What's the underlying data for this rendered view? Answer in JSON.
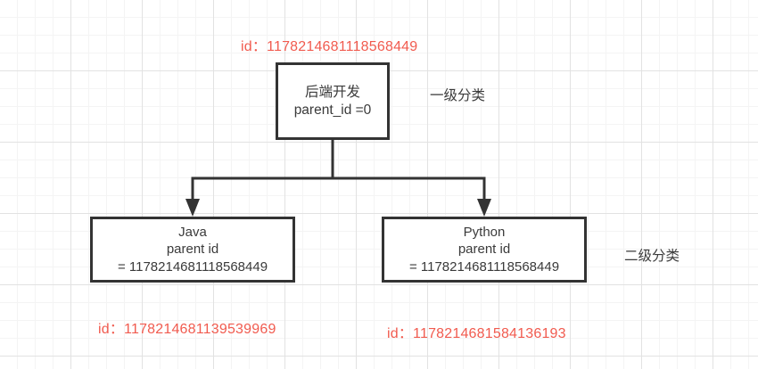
{
  "diagram": {
    "type": "tree",
    "title_labels": {
      "tier1": "一级分类",
      "tier2": "二级分类"
    },
    "colors": {
      "node_border": "#333333",
      "node_text": "#3a3a3a",
      "id_text": "#f15b4f",
      "edge": "#333333",
      "grid_minor": "#f4f4f4",
      "grid_major": "#e2e2e2",
      "background": "#ffffff"
    },
    "nodes": [
      {
        "id": "root",
        "name": "后端开发",
        "lines": [
          "后端开发",
          "parent_id =0"
        ],
        "id_label": "id：1178214681118568449",
        "tier": "一级分类"
      },
      {
        "id": "java",
        "name": "Java",
        "lines": [
          "Java",
          "parent id",
          "=  1178214681118568449"
        ],
        "id_label": "id：1178214681139539969",
        "tier": "二级分类"
      },
      {
        "id": "python",
        "name": "Python",
        "lines": [
          "Python",
          "parent id",
          "=  1178214681118568449"
        ],
        "id_label": "id：1178214681584136193",
        "tier": "二级分类"
      }
    ],
    "edges": [
      {
        "from": "root",
        "to": "java",
        "style": "orthogonal",
        "arrow": "filled-triangle"
      },
      {
        "from": "root",
        "to": "python",
        "style": "orthogonal",
        "arrow": "filled-triangle"
      }
    ]
  }
}
